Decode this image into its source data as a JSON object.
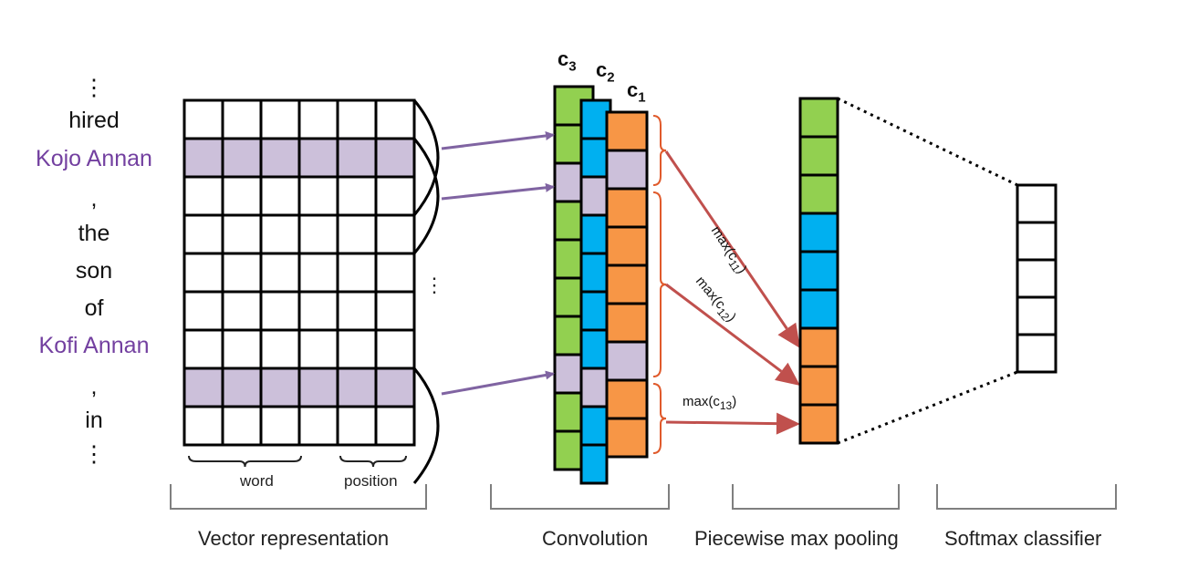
{
  "sentence": {
    "tokens": [
      {
        "text": "⋮",
        "entity": false
      },
      {
        "text": "hired",
        "entity": false
      },
      {
        "text": "Kojo Annan",
        "entity": true
      },
      {
        "text": ",",
        "entity": false
      },
      {
        "text": "the",
        "entity": false
      },
      {
        "text": "son",
        "entity": false
      },
      {
        "text": "of",
        "entity": false
      },
      {
        "text": "Kofi Annan",
        "entity": true
      },
      {
        "text": ",",
        "entity": false
      },
      {
        "text": "in",
        "entity": false
      },
      {
        "text": "⋮",
        "entity": false
      }
    ]
  },
  "vector_representation": {
    "rows": 9,
    "cols": 6,
    "highlighted_rows": [
      1,
      7
    ],
    "word_label": "word",
    "position_label": "position",
    "ellipsis": "⋮"
  },
  "convolution": {
    "feature_maps": [
      {
        "name": "c",
        "sub": "3",
        "color": "green",
        "cells": [
          "green",
          "lav",
          "green",
          "green",
          "green",
          "green",
          "lav",
          "green",
          "green"
        ]
      },
      {
        "name": "c",
        "sub": "2",
        "color": "blue",
        "cells": [
          "blue",
          "lav",
          "blue",
          "blue",
          "blue",
          "blue",
          "lav",
          "blue",
          "blue"
        ]
      },
      {
        "name": "c",
        "sub": "1",
        "color": "orange",
        "cells": [
          "orange",
          "lav",
          "orange",
          "orange",
          "orange",
          "orange",
          "lav",
          "orange",
          "orange"
        ]
      }
    ],
    "segments": [
      [
        0,
        1
      ],
      [
        2,
        6
      ],
      [
        7,
        8
      ]
    ]
  },
  "pooling": {
    "labels": [
      {
        "prefix": "max(c",
        "sub": "11",
        "suffix": ")"
      },
      {
        "prefix": "max(c",
        "sub": "12",
        "suffix": ")"
      },
      {
        "prefix": "max(c",
        "sub": "13",
        "suffix": ")"
      }
    ],
    "output_cells": [
      "green",
      "green",
      "green",
      "blue",
      "blue",
      "blue",
      "orange",
      "orange",
      "orange"
    ]
  },
  "softmax": {
    "cells": 5
  },
  "sections": [
    {
      "label": "Vector representation"
    },
    {
      "label": "Convolution"
    },
    {
      "label": "Piecewise max pooling"
    },
    {
      "label": "Softmax classifier"
    }
  ],
  "colors": {
    "green": "#92d050",
    "blue": "#00b0f0",
    "orange": "#f79646",
    "lav": "#ccc0da",
    "entity_text": "#7340a0",
    "purple_arrow": "#8064a2",
    "red_arrow": "#c0504d",
    "brace_red": "#e05a2b",
    "bracket_gray": "#7f7f7f"
  }
}
